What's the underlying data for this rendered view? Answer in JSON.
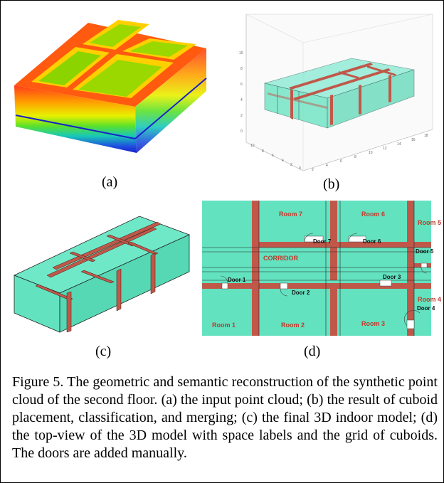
{
  "figure": {
    "subfigure_labels": {
      "a": "(a)",
      "b": "(b)",
      "c": "(c)",
      "d": "(d)"
    },
    "axis_ticks_b": {
      "z": [
        "10",
        "8",
        "6",
        "4",
        "2",
        "0"
      ],
      "y": [
        "10",
        "8",
        "6",
        "4",
        "2",
        "0"
      ],
      "x": [
        "2",
        "4",
        "6",
        "8",
        "10",
        "12",
        "14",
        "16",
        "18"
      ]
    },
    "floor_plan": {
      "rooms": [
        "Room 7",
        "Room 6",
        "Room 5",
        "Room 1",
        "Room 2",
        "Room 3",
        "Room 4"
      ],
      "corridor": "CORRIDOR",
      "doors": [
        "Door 7",
        "Door 6",
        "Door 5",
        "Door 1",
        "Door 2",
        "Door 3",
        "Door 4"
      ]
    },
    "colors": {
      "wall": "#c0584a",
      "room": "#63e2c0",
      "roof": "#6fe8c8"
    }
  },
  "caption": "Figure 5. The geometric and semantic reconstruction of the synthetic point cloud of the second floor. (a) the input point cloud; (b) the result of cuboid placement, classification, and merging; (c) the final 3D indoor model; (d) the top-view of the 3D model with space labels and the grid of cuboids. The doors are added manually."
}
